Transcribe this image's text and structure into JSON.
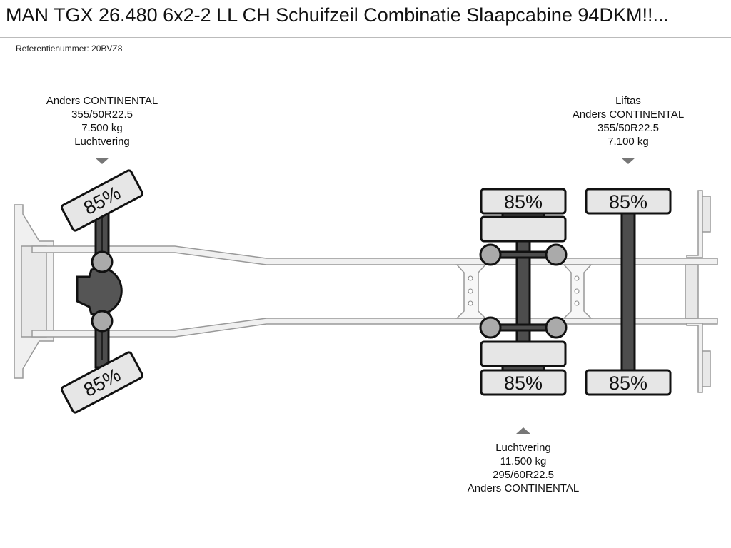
{
  "title": "MAN TGX 26.480 6x2-2 LL CH Schuifzeil Combinatie Slaapcabine 94DKM!!...",
  "reference": "Referentienummer: 20BVZ8",
  "axles": {
    "front": {
      "lines": [
        "Anders CONTINENTAL",
        "355/50R22.5",
        "7.500 kg",
        "Luchtvering"
      ],
      "tires": [
        "85%",
        "85%"
      ]
    },
    "drive": {
      "lines": [
        "Luchtvering",
        "11.500 kg",
        "295/60R22.5",
        "Anders CONTINENTAL"
      ],
      "tires": [
        "85%",
        "85%"
      ]
    },
    "lift": {
      "lines": [
        "Liftas",
        "Anders CONTINENTAL",
        "355/50R22.5",
        "7.100 kg"
      ],
      "tires": [
        "85%",
        "85%"
      ]
    }
  },
  "colors": {
    "tire": "#e6e6e6",
    "axle": "#4d4d4d",
    "hub": "#aaaaaa",
    "frame": "#f0f0f0",
    "frame_stroke": "#999999"
  }
}
